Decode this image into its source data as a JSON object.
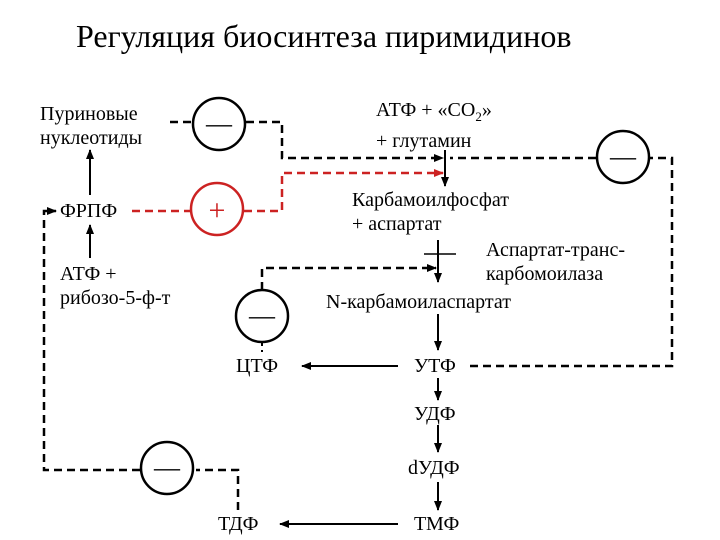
{
  "title": "Регуляция биосинтеза пиримидинов",
  "nodes": {
    "purine_line1": "Пуриновые",
    "purine_line2": "нуклеотиды",
    "frpf": "ФРПФ",
    "atf_line1": "АТФ +",
    "atf_line2": "рибозо-5-ф-т",
    "substrate_line1": "АТФ + «СО",
    "substrate_sub": "2",
    "substrate_tail": "»",
    "substrate_line2": "+ глутамин",
    "carbamoyl_line1": "Карбамоилфосфат",
    "carbamoyl_line2": "+ аспартат",
    "enzyme_line1": "Аспартат-транс-",
    "enzyme_line2": "карбомоилаза",
    "n_carbamoyl": "N-карбамоиласпартат",
    "ctf": "ЦТФ",
    "utf": "УТФ",
    "udf": "УДФ",
    "dudf": "dУДФ",
    "tdf": "ТДФ",
    "tmf": "ТМФ"
  },
  "signs": {
    "minus": "—",
    "plus": "+"
  },
  "colors": {
    "activation": "#cc2222",
    "inhibition": "#000000"
  }
}
